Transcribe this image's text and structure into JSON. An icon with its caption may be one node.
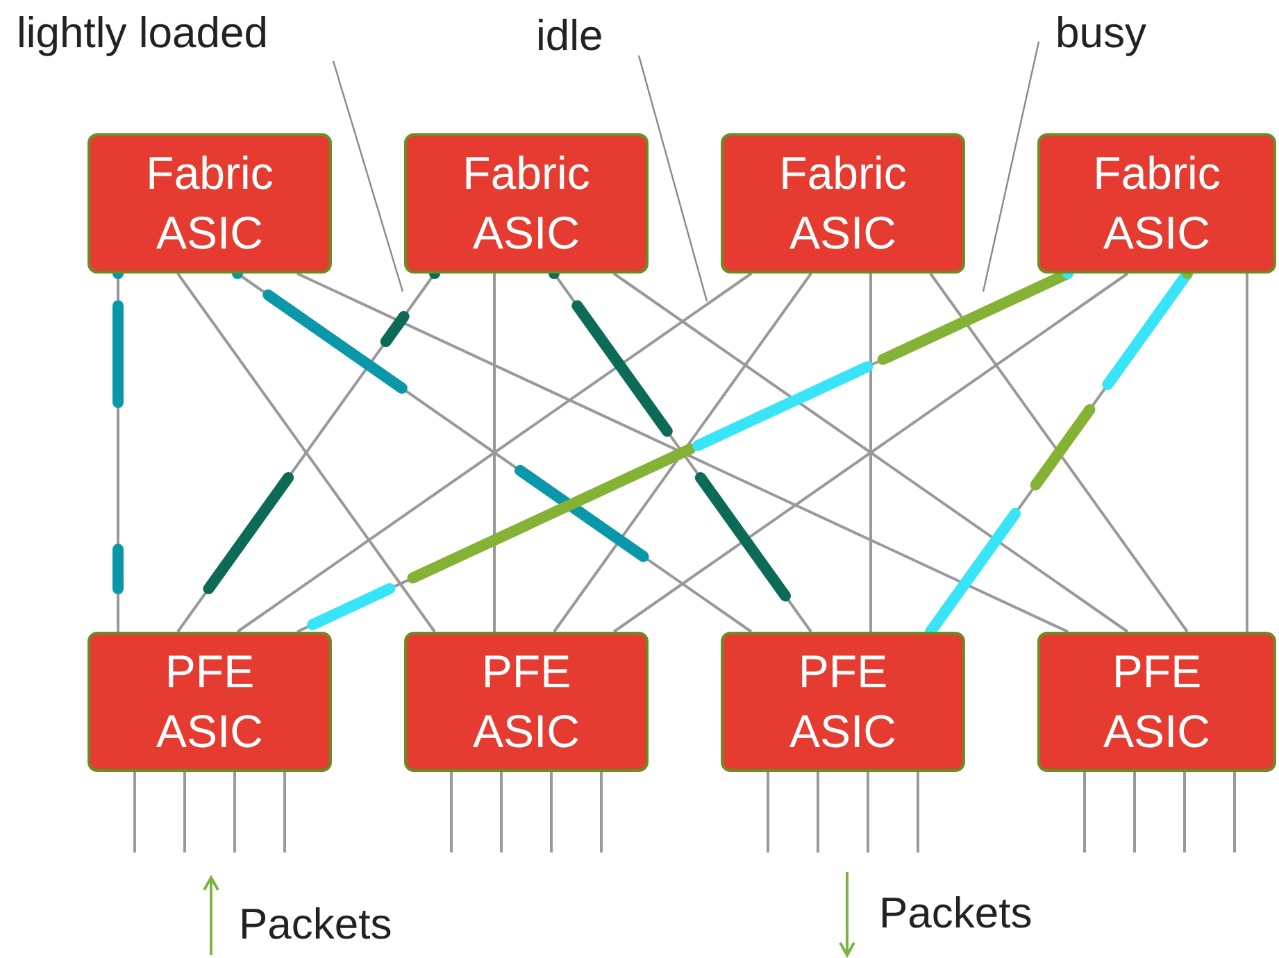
{
  "diagram": {
    "nodes": [
      {
        "text": [
          "lightly loaded"
        ]
      },
      {
        "text": [
          "idle"
        ]
      },
      {
        "text": [
          "busy"
        ]
      },
      {
        "text": [
          "Fabric ASIC"
        ]
      },
      {
        "text": [
          "Fabric ASIC"
        ]
      },
      {
        "text": [
          "Fabric ASIC"
        ]
      },
      {
        "text": [
          "Fabric ASIC"
        ]
      },
      {
        "text": [
          "PFE ASIC"
        ]
      },
      {
        "text": [
          "PFE ASIC"
        ]
      },
      {
        "text": [
          "PFE ASIC"
        ]
      },
      {
        "text": [
          "PFE ASIC"
        ]
      }
    ],
    "edges": [
      {
        "from": 3,
        "to": 7,
        "arrow": "none"
      },
      {
        "from": 3,
        "to": 8,
        "arrow": "none"
      },
      {
        "from": 3,
        "to": 9,
        "arrow": "none"
      },
      {
        "from": 3,
        "to": 10,
        "arrow": "none"
      },
      {
        "from": 4,
        "to": 7,
        "arrow": "none"
      },
      {
        "from": 4,
        "to": 8,
        "arrow": "none"
      },
      {
        "from": 4,
        "to": 9,
        "arrow": "none"
      },
      {
        "from": 4,
        "to": 10,
        "arrow": "none"
      },
      {
        "from": 5,
        "to": 7,
        "arrow": "none"
      },
      {
        "from": 5,
        "to": 8,
        "arrow": "none"
      },
      {
        "from": 5,
        "to": 9,
        "arrow": "none"
      },
      {
        "from": 5,
        "to": 10,
        "arrow": "none"
      },
      {
        "from": 6,
        "to": 7,
        "arrow": "none"
      },
      {
        "from": 6,
        "to": 8,
        "arrow": "none"
      },
      {
        "from": 6,
        "to": 9,
        "arrow": "none"
      },
      {
        "from": 6,
        "to": 10,
        "arrow": "none"
      },
      {
        "from": 3,
        "to": 7,
        "arrow": "none",
        "style": "dashed",
        "color": "#0a97a9"
      },
      {
        "from": 3,
        "to": 9,
        "arrow": "none",
        "style": "dashed",
        "color": "#0a97a9"
      },
      {
        "from": 4,
        "to": 7,
        "arrow": "none",
        "style": "dashed",
        "color": "#0b6b57"
      },
      {
        "from": 4,
        "to": 9,
        "arrow": "none",
        "style": "dashed",
        "color": "#0b6b57"
      },
      {
        "from": 6,
        "to": 7,
        "arrow": "none",
        "style": "dashed",
        "color": "#84b234"
      },
      {
        "from": 6,
        "to": 7,
        "arrow": "none",
        "style": "dashed",
        "color": "#38e4f7"
      },
      {
        "from": 6,
        "to": 9,
        "arrow": "none",
        "style": "dashed",
        "color": "#38e4f7"
      },
      {
        "from": 6,
        "to": 9,
        "arrow": "none",
        "style": "dashed",
        "color": "#84b234"
      },
      {
        "from": 0,
        "to": null,
        "arrow": "none"
      },
      {
        "from": 1,
        "to": null,
        "arrow": "none"
      },
      {
        "from": 2,
        "to": null,
        "arrow": "none"
      }
    ],
    "labels": [
      "Packets",
      "Packets"
    ]
  }
}
